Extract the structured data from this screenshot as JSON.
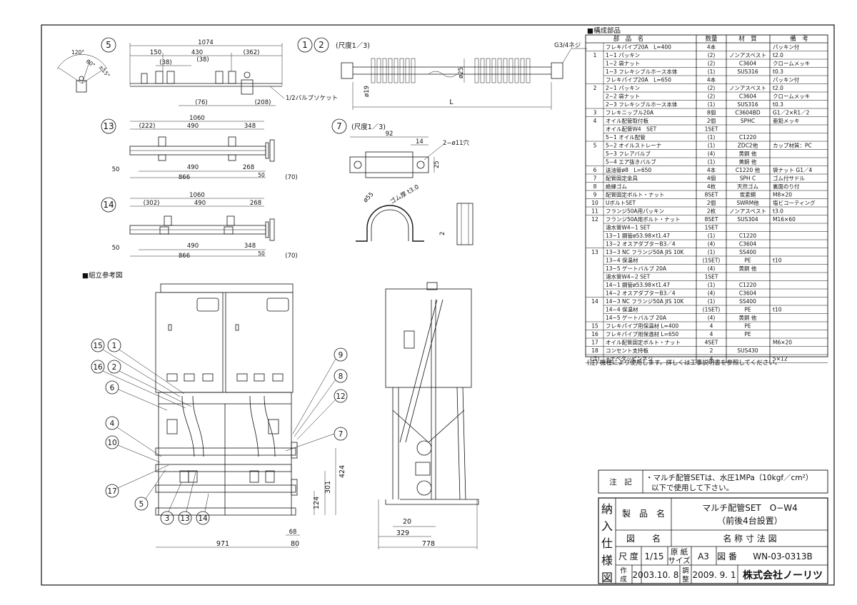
{
  "views": {
    "v5": {
      "label": "5",
      "d_total": "1074",
      "d1": "150",
      "d2": "430",
      "d3": "(362)",
      "d4": "(38)",
      "d5": "(38)",
      "d6": "(76)",
      "d7": "(208)",
      "socket": "1/2バルブソケット",
      "ang1": "120°",
      "ang2": "60°",
      "ang3": "±15°"
    },
    "v12": {
      "label1": "1",
      "label2": "2",
      "scale": "(尺度1／3)",
      "thread": "G3/4ネジ",
      "dia1": "ø25",
      "dia2": "ø19",
      "len": "L"
    },
    "v13": {
      "label": "13",
      "d_total": "1060",
      "d1": "(222)",
      "d2": "490",
      "d3": "348",
      "d4": "490",
      "d5": "268",
      "d6": "866",
      "d7": "50",
      "d8": "50",
      "d9": "(70)"
    },
    "v7": {
      "label": "7",
      "scale": "(尺度1／3)",
      "w": "92",
      "w2": "14",
      "holes": "2−ø11穴",
      "h": "25",
      "dia": "ø55",
      "rubber": "ゴム厚 t3.0",
      "t": "2"
    },
    "v14": {
      "label": "14",
      "d_total": "1060",
      "d1": "(302)",
      "d2": "490",
      "d3": "268",
      "d4": "490",
      "d5": "348",
      "d6": "866",
      "d7": "50",
      "d8": "50",
      "d9": "(70)"
    },
    "assembly": {
      "title": "■組立参考図",
      "d_h1": "424",
      "d_h2": "301",
      "d_h3": "124",
      "d_w1": "971",
      "d_w2": "80",
      "d_w3": "68",
      "s_w1": "20",
      "s_w2": "329",
      "s_w3": "778",
      "callouts_left": [
        "15",
        "1",
        "16",
        "2",
        "6",
        "4",
        "10",
        "17",
        "5",
        "3",
        "13",
        "14"
      ],
      "callouts_right": [
        "9",
        "8",
        "12",
        "7"
      ]
    }
  },
  "parts": {
    "title": "■構成部品",
    "headers": [
      "部　品　名",
      "数量",
      "材　質",
      "備　考"
    ],
    "rows": [
      [
        "",
        "フレキパイプ20A　L=400",
        "4本",
        "",
        "パッキン付"
      ],
      [
        "1",
        "1−1 パッキン",
        "(2)",
        "ノンアスベスト",
        "t2.0"
      ],
      [
        "",
        "1−2 袋ナット",
        "(2)",
        "C3604",
        "クロームメッキ"
      ],
      [
        "",
        "1−3 フレキシブルホース本体",
        "(1)",
        "SUS316",
        "t0.3"
      ],
      [
        "",
        "フレキパイプ20A　L=650",
        "4本",
        "",
        "パッキン付"
      ],
      [
        "2",
        "2−1 パッキン",
        "(2)",
        "ノンアスベスト",
        "t2.0"
      ],
      [
        "",
        "2−2 袋ナット",
        "(2)",
        "C3604",
        "クロームメッキ"
      ],
      [
        "",
        "2−3 フレキシブルホース本体",
        "(1)",
        "SUS316",
        "t0.3"
      ],
      [
        "3",
        "フレキニップル20A",
        "8個",
        "C3604BD",
        "G1／2×R1／2"
      ],
      [
        "4",
        "オイル配管取付板",
        "2個",
        "SPHC",
        "亜鉛メッキ"
      ],
      [
        "",
        "オイル配管W4　SET",
        "1SET",
        "",
        ""
      ],
      [
        "",
        "5−1 オイル配管",
        "(1)",
        "C1220",
        ""
      ],
      [
        "5",
        "5−2 オイルストレーナ",
        "(1)",
        "ZDC2他",
        "カップ材質：PC"
      ],
      [
        "",
        "5−3 フレアバルブ",
        "(4)",
        "黄銅 他",
        ""
      ],
      [
        "",
        "5−4 エア抜きバルブ",
        "(1)",
        "黄銅 他",
        ""
      ],
      [
        "6",
        "送油管ø8　L=650",
        "4本",
        "C1220 他",
        "袋ナット G1／4"
      ],
      [
        "7",
        "配管固定金具",
        "4個",
        "SPH C",
        "ゴム付サドル"
      ],
      [
        "8",
        "絶縁ゴム",
        "4枚",
        "天然ゴム",
        "裏面のり付"
      ],
      [
        "9",
        "配管固定ボルト・ナット",
        "8SET",
        "炭素鋼",
        "M8×20"
      ],
      [
        "10",
        "UボルトSET",
        "2個",
        "SWRM他",
        "塩ビコーティング"
      ],
      [
        "11",
        "フランジ50A用パッキン",
        "2枚",
        "ノンアスベスト",
        "t3.0"
      ],
      [
        "12",
        "フランジ50A用ボルト・ナット",
        "8SET",
        "SUS304",
        "M16×60"
      ],
      [
        "",
        "湯水管W4−1 SET",
        "1SET",
        "",
        ""
      ],
      [
        "",
        "13−1 鋼管ø53.98×t1.47",
        "(1)",
        "C1220",
        ""
      ],
      [
        "",
        "13−2 オスアダプターB3／4",
        "(4)",
        "C3604",
        ""
      ],
      [
        "13",
        "13−3 NC フランジ50A JIS 10K",
        "(1)",
        "SS400",
        ""
      ],
      [
        "",
        "13−4 保温材",
        "(1SET)",
        "PE",
        "t10"
      ],
      [
        "",
        "13−5 ゲートバルブ 20A",
        "(4)",
        "黄銅 他",
        ""
      ],
      [
        "",
        "湯水管W4−2 SET",
        "1SET",
        "",
        ""
      ],
      [
        "",
        "14−1 鋼管ø53.98×t1.47",
        "(1)",
        "C1220",
        ""
      ],
      [
        "",
        "14−2 オスアダプターB3／4",
        "(4)",
        "C3604",
        ""
      ],
      [
        "14",
        "14−3 NC フランジ50A JIS 10K",
        "(1)",
        "SS400",
        ""
      ],
      [
        "",
        "14−4 保温材",
        "(1SET)",
        "PE",
        "t10"
      ],
      [
        "",
        "14−5 ゲートバルブ 20A",
        "(4)",
        "黄銅 他",
        ""
      ],
      [
        "15",
        "フレキパイプ用保温材 L=400",
        "4",
        "PE",
        ""
      ],
      [
        "16",
        "フレキパイプ用保温材 L=650",
        "4",
        "PE",
        ""
      ],
      [
        "17",
        "オイル配管固定ボルト・ナット",
        "4SET",
        "",
        "M6×20"
      ],
      [
        "18",
        "コンセント支持板",
        "2",
        "SUS430",
        ""
      ],
      [
        "(注)",
        "+ナベタッピンネジ",
        "4",
        "",
        "5×12"
      ]
    ],
    "footnote": "(注) 機種により使用します。詳しくは工事説明書を参照してください。"
  },
  "note": {
    "label": "注　記",
    "line1": "・マルチ配管SETは、水圧1MPa（10kgf／cm²）",
    "line2": "以下で使用して下さい。"
  },
  "title_block": {
    "vertical": [
      "納",
      "入",
      "仕",
      "様",
      "図"
    ],
    "product_label": "製　品　名",
    "product_name": "マルチ配管SET　O−W4",
    "product_sub": "（前後4台設置）",
    "drawing_label": "図　　名",
    "drawing_name": "名 称 寸 法 図",
    "scale_label": "尺 度",
    "scale_value": "1/15",
    "paper_label1": "原 紙",
    "paper_label2": "サイズ",
    "paper_value": "A3",
    "number_label": "図 番",
    "number_value": "WN-03-0313B",
    "made_label1": "作",
    "made_label2": "成",
    "made_date": "2003.10. 8",
    "adj_label1": "調",
    "adj_label2": "整",
    "adj_date": "2009. 9. 1",
    "company": "株式会社ノーリツ"
  }
}
